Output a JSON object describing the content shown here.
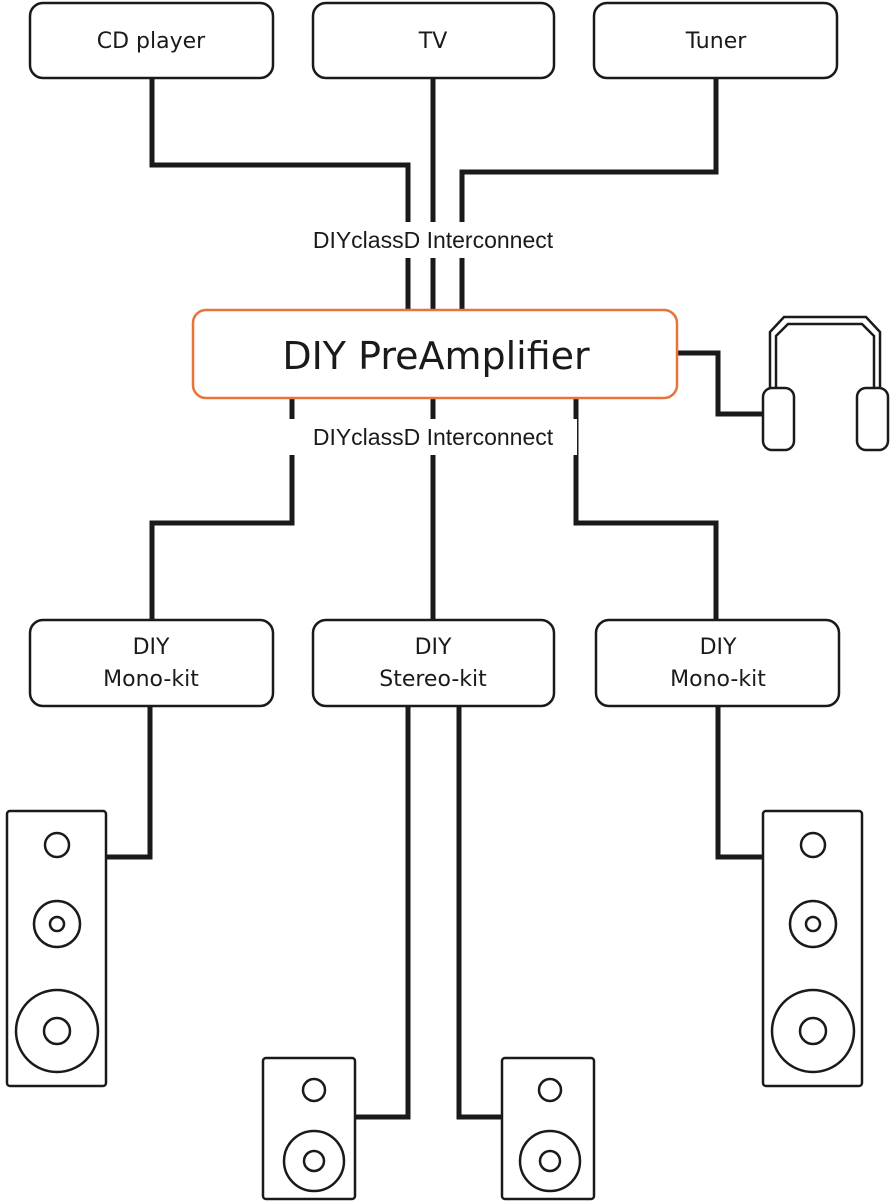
{
  "sources": {
    "cd_player": "CD player",
    "tv": "TV",
    "tuner": "Tuner"
  },
  "interconnect_top": "DIYclassD Interconnect",
  "preamp": "DIY PreAmplifier",
  "interconnect_bottom": "DIYclassD Interconnect",
  "amps": {
    "left": {
      "line1": "DIY",
      "line2": "Mono-kit"
    },
    "center": {
      "line1": "DIY",
      "line2": "Stereo-kit"
    },
    "right": {
      "line1": "DIY",
      "line2": "Mono-kit"
    }
  },
  "colors": {
    "preamp_border": "#e8743b",
    "line": "#1a1a1a"
  },
  "icons": {
    "headphones": "headphones-icon",
    "speaker": "speaker-icon"
  }
}
